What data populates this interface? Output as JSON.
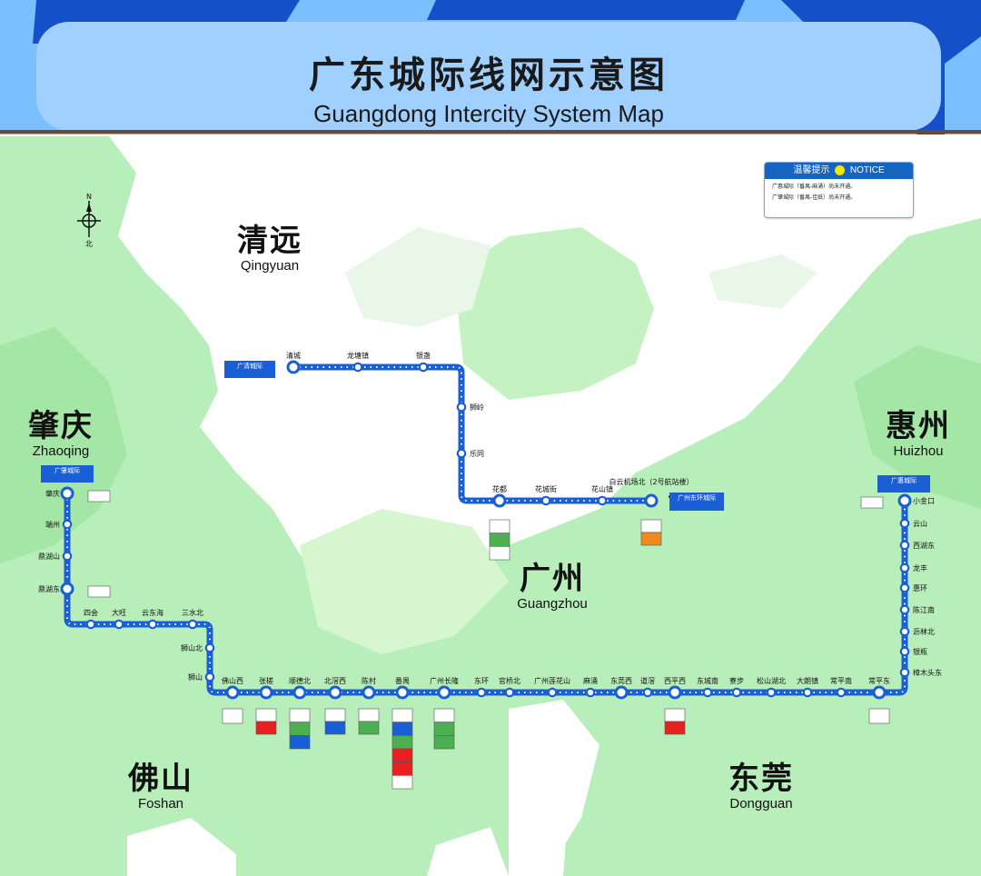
{
  "title": {
    "zh": "广东城际线网示意图",
    "en": "Guangdong Intercity System Map"
  },
  "cities": [
    {
      "zh": "清远",
      "en": "Qingyuan"
    },
    {
      "zh": "肇庆",
      "en": "Zhaoqing"
    },
    {
      "zh": "惠州",
      "en": "Huizhou"
    },
    {
      "zh": "广州",
      "en": "Guangzhou"
    },
    {
      "zh": "佛山",
      "en": "Foshan"
    },
    {
      "zh": "东莞",
      "en": "Dongguan"
    }
  ],
  "notice": {
    "header_zh": "温馨提示",
    "header_en": "NOTICE",
    "items": [
      "广惠城际（番禺-麻涌）尚未开通。",
      "广肇城际（番禺-佳纸）尚未开通。"
    ]
  },
  "compass": {
    "top": "N",
    "bottom": "北"
  },
  "line_tags": [
    {
      "label": "广清城际"
    },
    {
      "label": "广州东环城际"
    },
    {
      "label": "广肇城际"
    },
    {
      "label": "广惠城际"
    }
  ],
  "lines": {
    "qingyuan": {
      "name": "广清城际",
      "stations": [
        "清城",
        "龙塘镇",
        "银盏",
        "狮岭",
        "乐同",
        "花都"
      ]
    },
    "airport": {
      "name": "广州东环城际",
      "stations": [
        "花都",
        "花城街",
        "花山镇",
        "白云机场北（2号航站楼）"
      ]
    },
    "zhaoqing": {
      "name": "广肇城际",
      "stations": [
        "肇庆",
        "端州",
        "鼎湖山",
        "鼎湖东",
        "四会",
        "大旺",
        "云东海",
        "三水北",
        "狮山北",
        "狮山",
        "佛山西",
        "张槎",
        "顺德北",
        "北滘西",
        "陈村",
        "番禺",
        "广州长隆",
        "东环",
        "官桥北",
        "广州莲花山",
        "麻涌",
        "东莞西",
        "道滘",
        "西平西",
        "东城南",
        "寮步",
        "松山湖北",
        "大朗镇",
        "常平南",
        "常平东"
      ]
    },
    "huizhou": {
      "name": "广惠城际",
      "stations": [
        "常平东",
        "樟木头东",
        "银瓶",
        "沥林北",
        "陈江南",
        "惠环",
        "龙丰",
        "西湖东",
        "云山",
        "小金口"
      ]
    }
  },
  "colors": {
    "line": "#1a5fd6",
    "green_area": "#b8eeb9",
    "header_band": "#8ec9ff",
    "top_band": "#1a5fd6"
  }
}
